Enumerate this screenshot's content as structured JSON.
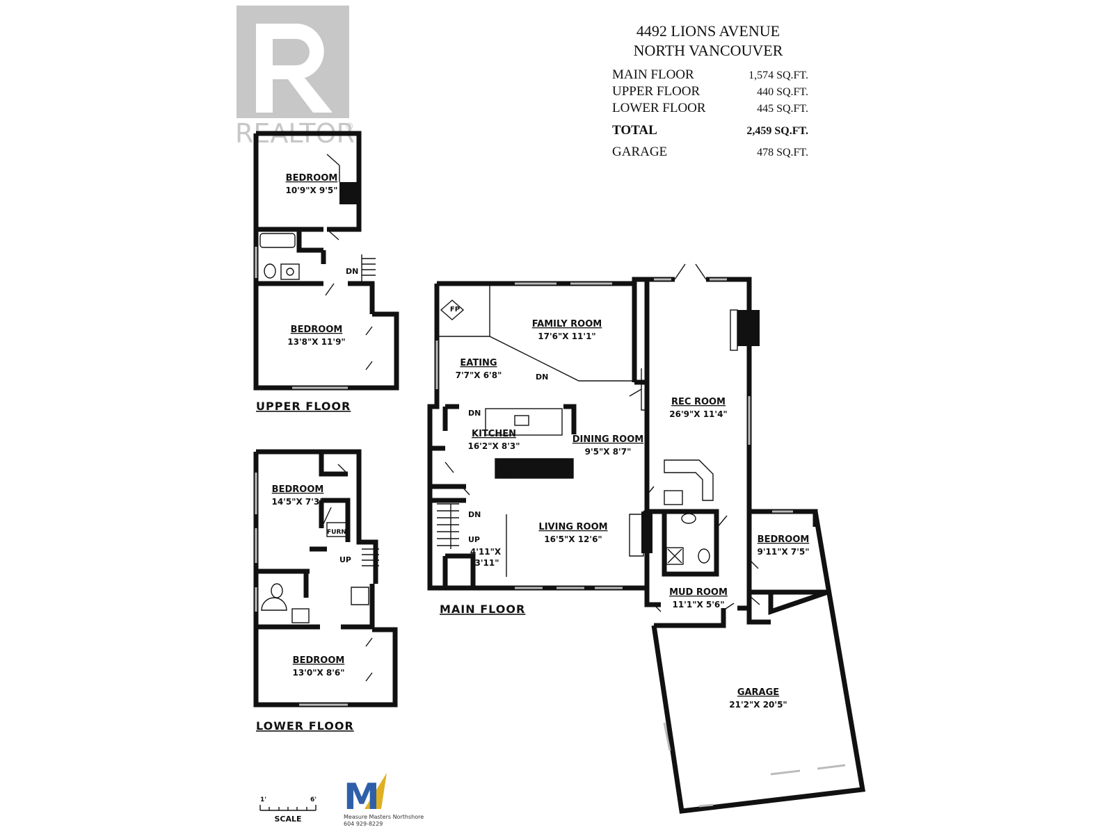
{
  "header": {
    "address_line1": "4492 LIONS AVENUE",
    "address_line2": "NORTH VANCOUVER",
    "areas": [
      {
        "label": "MAIN FLOOR",
        "value": "1,574 SQ.FT."
      },
      {
        "label": "UPPER FLOOR",
        "value": "440 SQ.FT."
      },
      {
        "label": "LOWER FLOOR",
        "value": "445 SQ.FT."
      },
      {
        "label": "TOTAL",
        "value": "2,459 SQ.FT."
      },
      {
        "label": "GARAGE",
        "value": "478 SQ.FT."
      }
    ]
  },
  "logo": {
    "realtor_text": "REALTOR",
    "realtor_mark": "®"
  },
  "floors": {
    "upper": "UPPER FLOOR",
    "lower": "LOWER FLOOR",
    "main": "MAIN FLOOR"
  },
  "rooms": {
    "upper_bedroom_1": {
      "name": "BEDROOM",
      "dim": "10'9\"X 9'5\""
    },
    "upper_bedroom_2": {
      "name": "BEDROOM",
      "dim": "13'8\"X 11'9\""
    },
    "lower_bedroom_1": {
      "name": "BEDROOM",
      "dim": "14'5\"X 7'3\""
    },
    "lower_bedroom_2": {
      "name": "BEDROOM",
      "dim": "13'0\"X 8'6\""
    },
    "family_room": {
      "name": "FAMILY ROOM",
      "dim": "17'6\"X 11'1\""
    },
    "eating": {
      "name": "EATING",
      "dim": "7'7\"X 6'8\""
    },
    "kitchen": {
      "name": "KITCHEN",
      "dim": "16'2\"X 8'3\""
    },
    "dining_room": {
      "name": "DINING ROOM",
      "dim": "9'5\"X 8'7\""
    },
    "living_room": {
      "name": "LIVING ROOM",
      "dim": "16'5\"X 12'6\""
    },
    "rec_room": {
      "name": "REC ROOM",
      "dim": "26'9\"X 11'4\""
    },
    "main_bedroom": {
      "name": "BEDROOM",
      "dim": "9'11\"X 7'5\""
    },
    "mud_room": {
      "name": "MUD ROOM",
      "dim": "11'1\"X 5'6\""
    },
    "garage": {
      "name": "GARAGE",
      "dim": "21'2\"X 20'5\""
    },
    "closet": {
      "dim1": "4'11\"X",
      "dim2": "3'11\""
    }
  },
  "annotations": {
    "dn": "DN",
    "up": "UP",
    "fp": "FP",
    "furn": "FURN"
  },
  "scale": {
    "label": "SCALE",
    "left": "1'",
    "right": "6'"
  },
  "company": {
    "mark": "M",
    "name": "Measure Masters Northshore",
    "phone": "604 929-8229"
  }
}
